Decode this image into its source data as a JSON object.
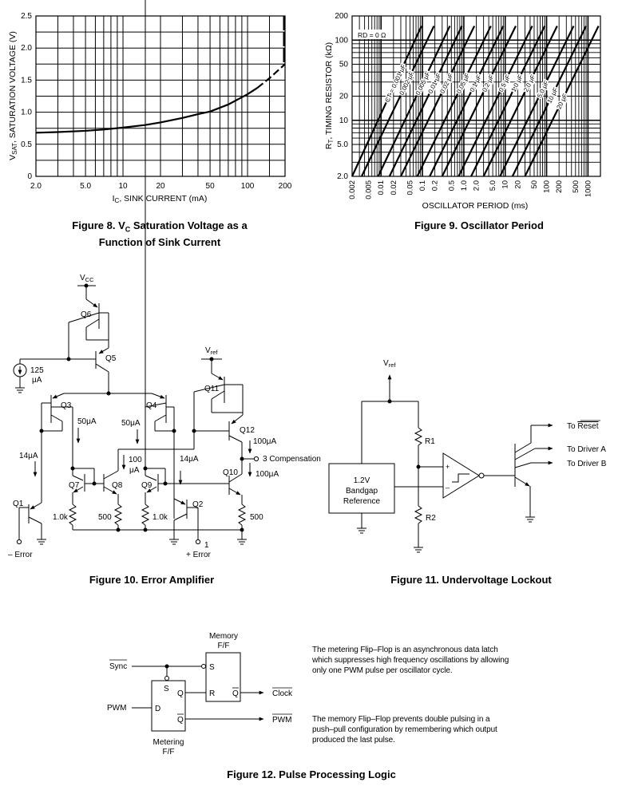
{
  "figures": {
    "fig8": {
      "caption_line1": "Figure 8. V",
      "caption_sub": "C",
      "caption_rest": " Saturation Voltage as a",
      "caption_line2": "Function of Sink Current"
    },
    "fig9": {
      "caption": "Figure 9. Oscillator Period"
    },
    "fig10": {
      "caption": "Figure 10. Error Amplifier"
    },
    "fig11": {
      "caption": "Figure 11. Undervoltage Lockout"
    },
    "fig12": {
      "caption": "Figure 12. Pulse Processing Logic"
    }
  },
  "chart_data": [
    {
      "type": "line",
      "id": "fig8",
      "title": "Figure 8. VC Saturation Voltage as a Function of Sink Current",
      "xlabel": "IC, SINK CURRENT (mA)",
      "ylabel": "VSAT, SATURATION VOLTAGE (V)",
      "xscale": "log",
      "xlim": [
        2.0,
        200
      ],
      "ylim": [
        0,
        2.5
      ],
      "xticks": [
        "2.0",
        "5.0",
        "10",
        "20",
        "50",
        "100",
        "200"
      ],
      "xtick_values": [
        2,
        5,
        10,
        20,
        50,
        100,
        200
      ],
      "yticks": [
        "0",
        "0.5",
        "1.0",
        "1.5",
        "2.0",
        "2.5"
      ],
      "ytick_values": [
        0,
        0.5,
        1.0,
        1.5,
        2.0,
        2.5
      ],
      "grid": true,
      "series": [
        {
          "name": "VSAT (solid)",
          "style": "solid",
          "x": [
            2,
            3,
            5,
            7,
            10,
            15,
            20,
            30,
            40,
            50,
            70,
            100,
            120
          ],
          "y": [
            0.68,
            0.69,
            0.71,
            0.73,
            0.76,
            0.8,
            0.84,
            0.91,
            0.97,
            1.01,
            1.12,
            1.28,
            1.38
          ]
        },
        {
          "name": "VSAT (dashed extrapolation)",
          "style": "dashed",
          "x": [
            120,
            150,
            200
          ],
          "y": [
            1.38,
            1.53,
            1.75
          ]
        }
      ]
    },
    {
      "type": "line",
      "id": "fig9",
      "title": "Figure 9. Oscillator Period",
      "xlabel": "OSCILLATOR PERIOD (ms)",
      "ylabel": "RT, TIMING RESISTOR (kΩ)",
      "xscale": "log",
      "yscale": "log",
      "xlim": [
        0.002,
        2000
      ],
      "ylim": [
        2.0,
        200
      ],
      "xticks": [
        "0.002",
        "0.005",
        "0.01",
        "0.02",
        "0.05",
        "0.1",
        "0.2",
        "0.5",
        "1.0",
        "2.0",
        "5.0",
        "10",
        "20",
        "50",
        "100",
        "200",
        "500",
        "1000"
      ],
      "xtick_values": [
        0.002,
        0.005,
        0.01,
        0.02,
        0.05,
        0.1,
        0.2,
        0.5,
        1,
        2,
        5,
        10,
        20,
        50,
        100,
        200,
        500,
        1000
      ],
      "yticks": [
        "2.0",
        "5.0",
        "10",
        "20",
        "50",
        "100",
        "200"
      ],
      "ytick_values": [
        2,
        5,
        10,
        20,
        50,
        100,
        200
      ],
      "grid": true,
      "annotation": "RD = 0 Ω",
      "series": [
        {
          "name": "CT = 0.001 μF",
          "label": "CT = 0.001 μF",
          "x": [
            0.002,
            0.095
          ],
          "y": [
            2.0,
            150
          ]
        },
        {
          "name": "0.002 μF",
          "label": "0.002 μF",
          "x": [
            0.0034,
            0.19
          ],
          "y": [
            2.0,
            150
          ]
        },
        {
          "name": "0.005 μF",
          "label": "0.005 μF",
          "x": [
            0.0085,
            0.46
          ],
          "y": [
            2.0,
            150
          ]
        },
        {
          "name": "0.01 μF",
          "label": "0.01 μF",
          "x": [
            0.016,
            0.9
          ],
          "y": [
            2.0,
            150
          ]
        },
        {
          "name": "0.02 μF",
          "label": "0.02 μF",
          "x": [
            0.03,
            1.8
          ],
          "y": [
            2.0,
            150
          ]
        },
        {
          "name": "0.05 μF",
          "label": "0.05 μF",
          "x": [
            0.075,
            4.5
          ],
          "y": [
            2.0,
            150
          ]
        },
        {
          "name": "0.1 μF",
          "label": "0.1 μF",
          "x": [
            0.15,
            9
          ],
          "y": [
            2.0,
            150
          ]
        },
        {
          "name": "0.2 μF",
          "label": "0.2 μF",
          "x": [
            0.3,
            18
          ],
          "y": [
            2.0,
            150
          ]
        },
        {
          "name": "0.5 μF",
          "label": "0.5 μF",
          "x": [
            0.75,
            45
          ],
          "y": [
            2.0,
            150
          ]
        },
        {
          "name": "1.0 μF",
          "label": "1.0 μF",
          "x": [
            1.5,
            90
          ],
          "y": [
            2.0,
            150
          ]
        },
        {
          "name": "2.0 μF",
          "label": "2.0 μF",
          "x": [
            3,
            180
          ],
          "y": [
            2.0,
            150
          ]
        },
        {
          "name": "5.0 μF",
          "label": "5.0 μF",
          "x": [
            7.5,
            450
          ],
          "y": [
            2.0,
            150
          ]
        },
        {
          "name": "10 μF",
          "label": "10 μF",
          "x": [
            15,
            900
          ],
          "y": [
            2.0,
            150
          ]
        },
        {
          "name": "20 μF",
          "label": "20 μF",
          "x": [
            30,
            1800
          ],
          "y": [
            2.0,
            150
          ]
        }
      ]
    }
  ],
  "fig10": {
    "labels": {
      "vcc": "V",
      "vcc_sub": "CC",
      "vref": "V",
      "vref_sub": "ref",
      "q1": "Q1",
      "q2": "Q2",
      "q3": "Q3",
      "q4": "Q4",
      "q5": "Q5",
      "q6": "Q6",
      "q7": "Q7",
      "q8": "Q8",
      "q9": "Q9",
      "q10": "Q10",
      "q11": "Q11",
      "q12": "Q12",
      "i125a": "125",
      "i125b": "μA",
      "i50a": "50μA",
      "i50b": "50μA",
      "i14a": "14μA",
      "i14b": "14μA",
      "i100a": "100",
      "i100b": "μA",
      "i100c": "100μA",
      "i100d": "100μA",
      "r1": "1.0k",
      "r2": "500",
      "r3": "1.0k",
      "r4": "500",
      "comp": "3 Compensation",
      "minus_error": "– Error",
      "plus_pin": "1",
      "plus_error": "+ Error"
    }
  },
  "fig11": {
    "labels": {
      "vref": "V",
      "vref_sub": "ref",
      "r1": "R1",
      "r2": "R2",
      "bandgap1": "1.2V",
      "bandgap2": "Bandgap",
      "bandgap3": "Reference",
      "plus": "+",
      "minus": "–",
      "to_reset": "To ",
      "reset": "Reset",
      "to_driver_a": "To Driver A",
      "to_driver_b": "To Driver B"
    }
  },
  "fig12": {
    "labels": {
      "memory1": "Memory",
      "memory2": "F/F",
      "metering1": "Metering",
      "metering2": "F/F",
      "sync": "Sync",
      "pwm_in": "PWM",
      "s": "S",
      "q": "Q",
      "r": "R",
      "d": "D",
      "qbar": "Q",
      "clock": "Clock",
      "pwm_out": "PWM"
    },
    "desc1": [
      "The metering Flip–Flop is an asynchronous data latch",
      "which suppresses high frequency oscillations by allowing",
      "only one PWM pulse per oscillator cycle."
    ],
    "desc2": [
      "The memory Flip–Flop prevents double pulsing  in a",
      "push–pull configuration by remembering which output",
      "produced the last pulse."
    ]
  }
}
